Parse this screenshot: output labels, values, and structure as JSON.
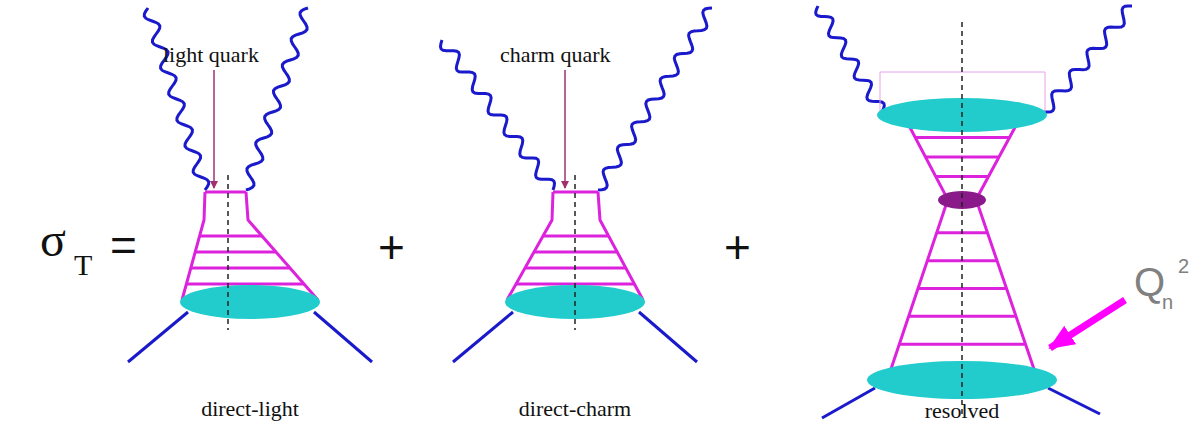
{
  "diagram": {
    "labels": [
      "σ",
      "T",
      "=",
      "light quark",
      "charm quark",
      "+",
      "+",
      "Q",
      "n",
      "2",
      "direct-light",
      "direct-charm",
      "resolved"
    ]
  }
}
